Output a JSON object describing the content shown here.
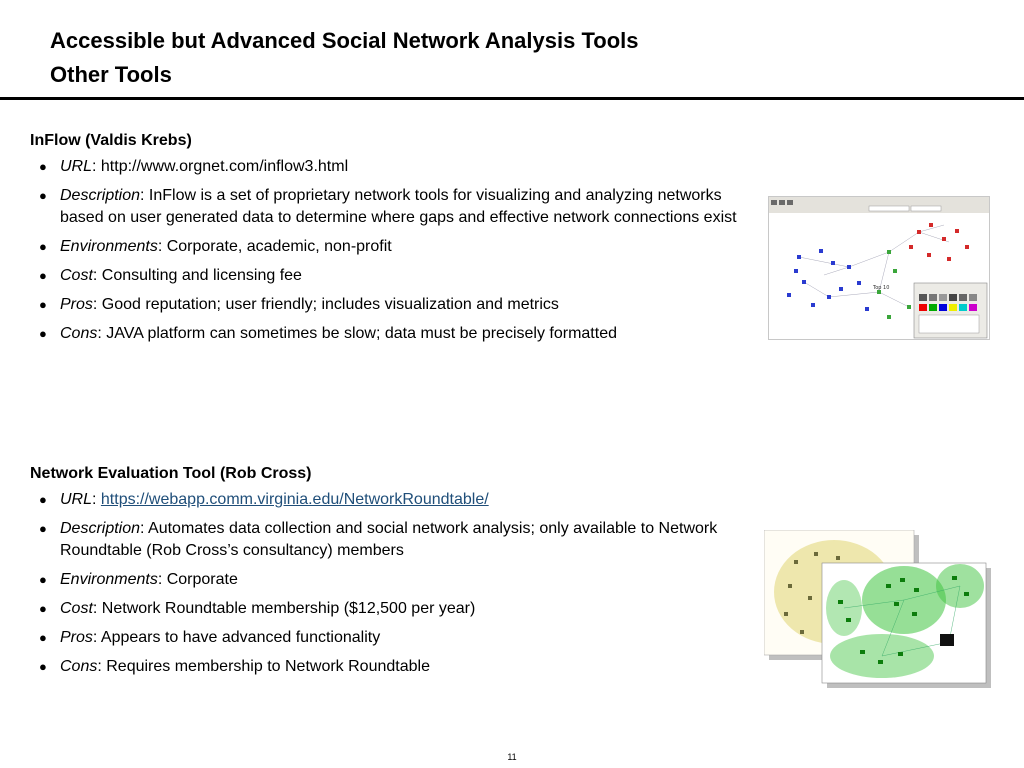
{
  "header": {
    "title": "Accessible but Advanced Social Network Analysis Tools",
    "subtitle": "Other Tools"
  },
  "sections": [
    {
      "heading": "InFlow (Valdis Krebs)",
      "items": [
        {
          "label": "URL",
          "text": ": http://www.orgnet.com/inflow3.html"
        },
        {
          "label": "Description",
          "text": ": InFlow is a set of proprietary network tools for visualizing and analyzing networks based on user generated data to determine where gaps and effective network connections exist"
        },
        {
          "label": "Environments",
          "text": ": Corporate, academic, non-profit"
        },
        {
          "label": "Cost",
          "text": ": Consulting and licensing fee"
        },
        {
          "label": "Pros",
          "text": ": Good reputation; user friendly; includes visualization and metrics"
        },
        {
          "label": "Cons",
          "text": ": JAVA platform can sometimes be slow; data must be precisely formatted"
        }
      ]
    },
    {
      "heading": "Network Evaluation Tool (Rob Cross)",
      "items": [
        {
          "label": "URL",
          "sep": ": ",
          "link": "https://webapp.comm.virginia.edu/NetworkRoundtable/"
        },
        {
          "label": "Description",
          "text": ": Automates data collection and social network analysis; only available to Network Roundtable (Rob Cross’s consultancy) members"
        },
        {
          "label": "Environments",
          "text": ": Corporate"
        },
        {
          "label": "Cost",
          "text": ": Network Roundtable membership ($12,500 per year)"
        },
        {
          "label": "Pros",
          "text": ": Appears to have advanced functionality"
        },
        {
          "label": "Cons",
          "text": ": Requires membership to Network Roundtable"
        }
      ]
    }
  ],
  "screenshot_inflow": {
    "window_title": "Top 10"
  },
  "bullet_char": "●",
  "page_number": "11"
}
